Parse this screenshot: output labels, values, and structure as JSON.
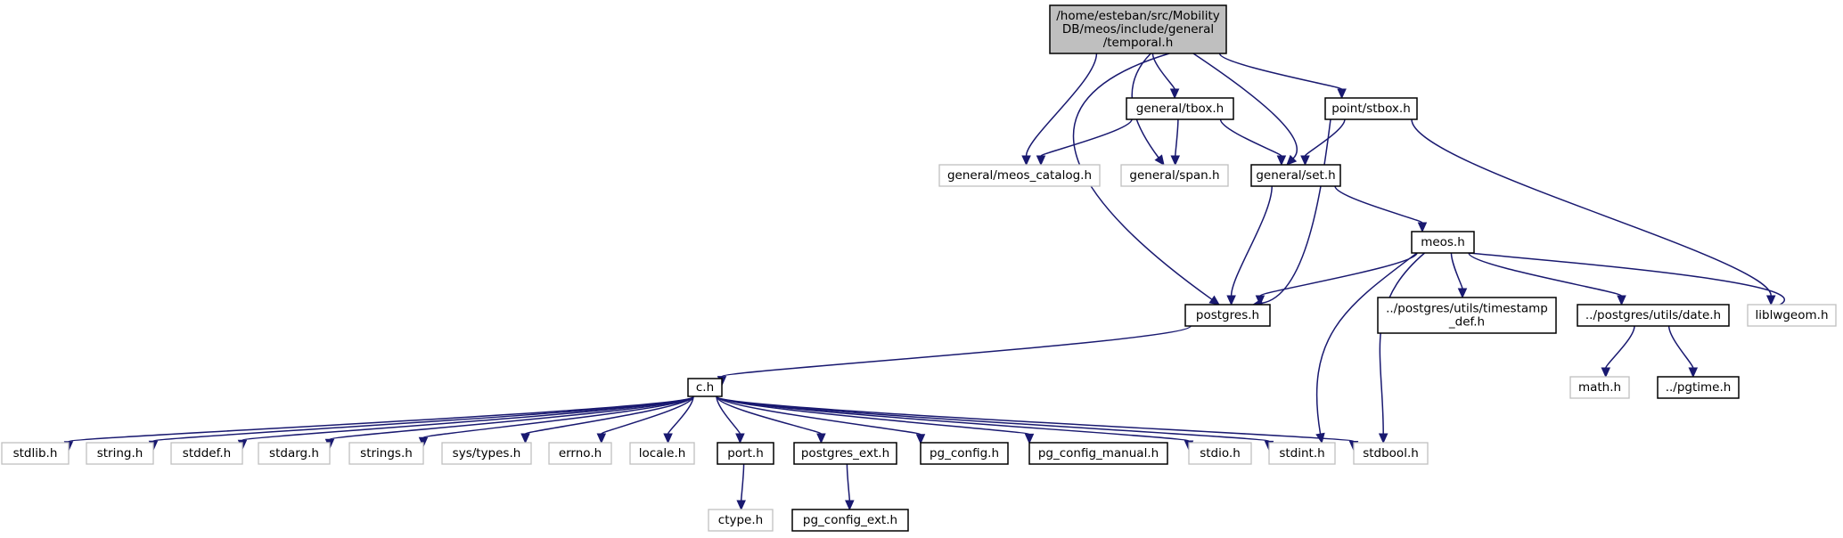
{
  "colors": {
    "edge": "#191970",
    "root_fill": "#bfbfbf",
    "documented_border": "#000000",
    "external_border": "#bfbfbf"
  },
  "nodes": [
    {
      "id": "temporal",
      "kind": "root",
      "lines": [
        "/home/esteban/src/Mobility",
        "DB/meos/include/general",
        "/temporal.h"
      ]
    },
    {
      "id": "tbox",
      "kind": "doc",
      "lines": [
        "general/tbox.h"
      ]
    },
    {
      "id": "stbox",
      "kind": "doc",
      "lines": [
        "point/stbox.h"
      ]
    },
    {
      "id": "meos_catalog",
      "kind": "ext",
      "lines": [
        "general/meos_catalog.h"
      ]
    },
    {
      "id": "span",
      "kind": "ext",
      "lines": [
        "general/span.h"
      ]
    },
    {
      "id": "set",
      "kind": "doc",
      "lines": [
        "general/set.h"
      ]
    },
    {
      "id": "meos",
      "kind": "doc",
      "lines": [
        "meos.h"
      ]
    },
    {
      "id": "postgres",
      "kind": "doc",
      "lines": [
        "postgres.h"
      ]
    },
    {
      "id": "timestamp_def",
      "kind": "doc",
      "lines": [
        "../postgres/utils/timestamp",
        "_def.h"
      ]
    },
    {
      "id": "date",
      "kind": "doc",
      "lines": [
        "../postgres/utils/date.h"
      ]
    },
    {
      "id": "liblwgeom",
      "kind": "ext",
      "lines": [
        "liblwgeom.h"
      ]
    },
    {
      "id": "math",
      "kind": "ext",
      "lines": [
        "math.h"
      ]
    },
    {
      "id": "pgtime",
      "kind": "doc",
      "lines": [
        "../pgtime.h"
      ]
    },
    {
      "id": "c",
      "kind": "doc",
      "lines": [
        "c.h"
      ]
    },
    {
      "id": "stdlib",
      "kind": "ext",
      "lines": [
        "stdlib.h"
      ]
    },
    {
      "id": "string",
      "kind": "ext",
      "lines": [
        "string.h"
      ]
    },
    {
      "id": "stddef",
      "kind": "ext",
      "lines": [
        "stddef.h"
      ]
    },
    {
      "id": "stdarg",
      "kind": "ext",
      "lines": [
        "stdarg.h"
      ]
    },
    {
      "id": "strings",
      "kind": "ext",
      "lines": [
        "strings.h"
      ]
    },
    {
      "id": "systypes",
      "kind": "ext",
      "lines": [
        "sys/types.h"
      ]
    },
    {
      "id": "errno",
      "kind": "ext",
      "lines": [
        "errno.h"
      ]
    },
    {
      "id": "locale",
      "kind": "ext",
      "lines": [
        "locale.h"
      ]
    },
    {
      "id": "port",
      "kind": "doc",
      "lines": [
        "port.h"
      ]
    },
    {
      "id": "postgres_ext",
      "kind": "doc",
      "lines": [
        "postgres_ext.h"
      ]
    },
    {
      "id": "pg_config",
      "kind": "doc",
      "lines": [
        "pg_config.h"
      ]
    },
    {
      "id": "pg_config_manual",
      "kind": "doc",
      "lines": [
        "pg_config_manual.h"
      ]
    },
    {
      "id": "stdio",
      "kind": "ext",
      "lines": [
        "stdio.h"
      ]
    },
    {
      "id": "stdint",
      "kind": "ext",
      "lines": [
        "stdint.h"
      ]
    },
    {
      "id": "stdbool",
      "kind": "ext",
      "lines": [
        "stdbool.h"
      ]
    },
    {
      "id": "ctype",
      "kind": "ext",
      "lines": [
        "ctype.h"
      ]
    },
    {
      "id": "pg_config_ext",
      "kind": "doc",
      "lines": [
        "pg_config_ext.h"
      ]
    }
  ],
  "edges": [
    [
      "temporal",
      "tbox"
    ],
    [
      "temporal",
      "stbox"
    ],
    [
      "temporal",
      "meos_catalog"
    ],
    [
      "temporal",
      "span"
    ],
    [
      "temporal",
      "set"
    ],
    [
      "temporal",
      "postgres"
    ],
    [
      "tbox",
      "meos_catalog"
    ],
    [
      "tbox",
      "span"
    ],
    [
      "tbox",
      "set"
    ],
    [
      "stbox",
      "set"
    ],
    [
      "stbox",
      "postgres"
    ],
    [
      "stbox",
      "liblwgeom"
    ],
    [
      "set",
      "postgres"
    ],
    [
      "set",
      "meos"
    ],
    [
      "meos",
      "postgres"
    ],
    [
      "meos",
      "timestamp_def"
    ],
    [
      "meos",
      "date"
    ],
    [
      "meos",
      "liblwgeom"
    ],
    [
      "meos",
      "stdint"
    ],
    [
      "meos",
      "stdbool"
    ],
    [
      "date",
      "math"
    ],
    [
      "date",
      "pgtime"
    ],
    [
      "postgres",
      "c"
    ],
    [
      "c",
      "stdlib"
    ],
    [
      "c",
      "string"
    ],
    [
      "c",
      "stddef"
    ],
    [
      "c",
      "stdarg"
    ],
    [
      "c",
      "strings"
    ],
    [
      "c",
      "systypes"
    ],
    [
      "c",
      "errno"
    ],
    [
      "c",
      "locale"
    ],
    [
      "c",
      "port"
    ],
    [
      "c",
      "postgres_ext"
    ],
    [
      "c",
      "pg_config"
    ],
    [
      "c",
      "pg_config_manual"
    ],
    [
      "c",
      "stdio"
    ],
    [
      "c",
      "stdint"
    ],
    [
      "c",
      "stdbool"
    ],
    [
      "port",
      "ctype"
    ],
    [
      "postgres_ext",
      "pg_config_ext"
    ]
  ]
}
